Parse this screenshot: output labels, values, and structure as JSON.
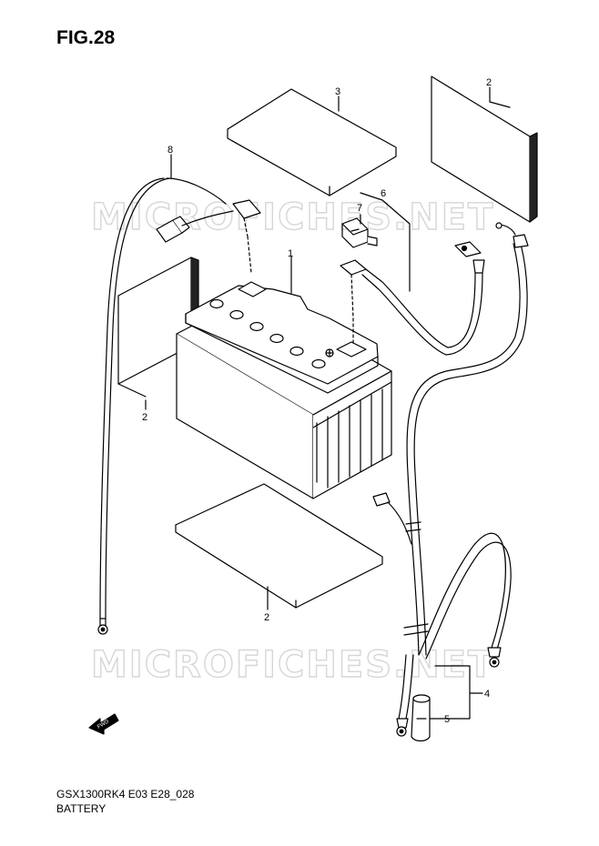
{
  "figure": {
    "title": "FIG.28",
    "model_code": "GSX1300RK4 E03 E28_028",
    "caption": "BATTERY"
  },
  "watermark": "MICROFICHES.NET",
  "front_arrow": "FWD",
  "callouts": {
    "battery": "1",
    "pad_right_top": "2",
    "pad_left": "2",
    "pad_bottom": "2",
    "cover_top": "3",
    "cable_assy": "4",
    "cap": "5",
    "plus_lead": "6",
    "bolt_cap": "7",
    "minus_lead": "8"
  }
}
